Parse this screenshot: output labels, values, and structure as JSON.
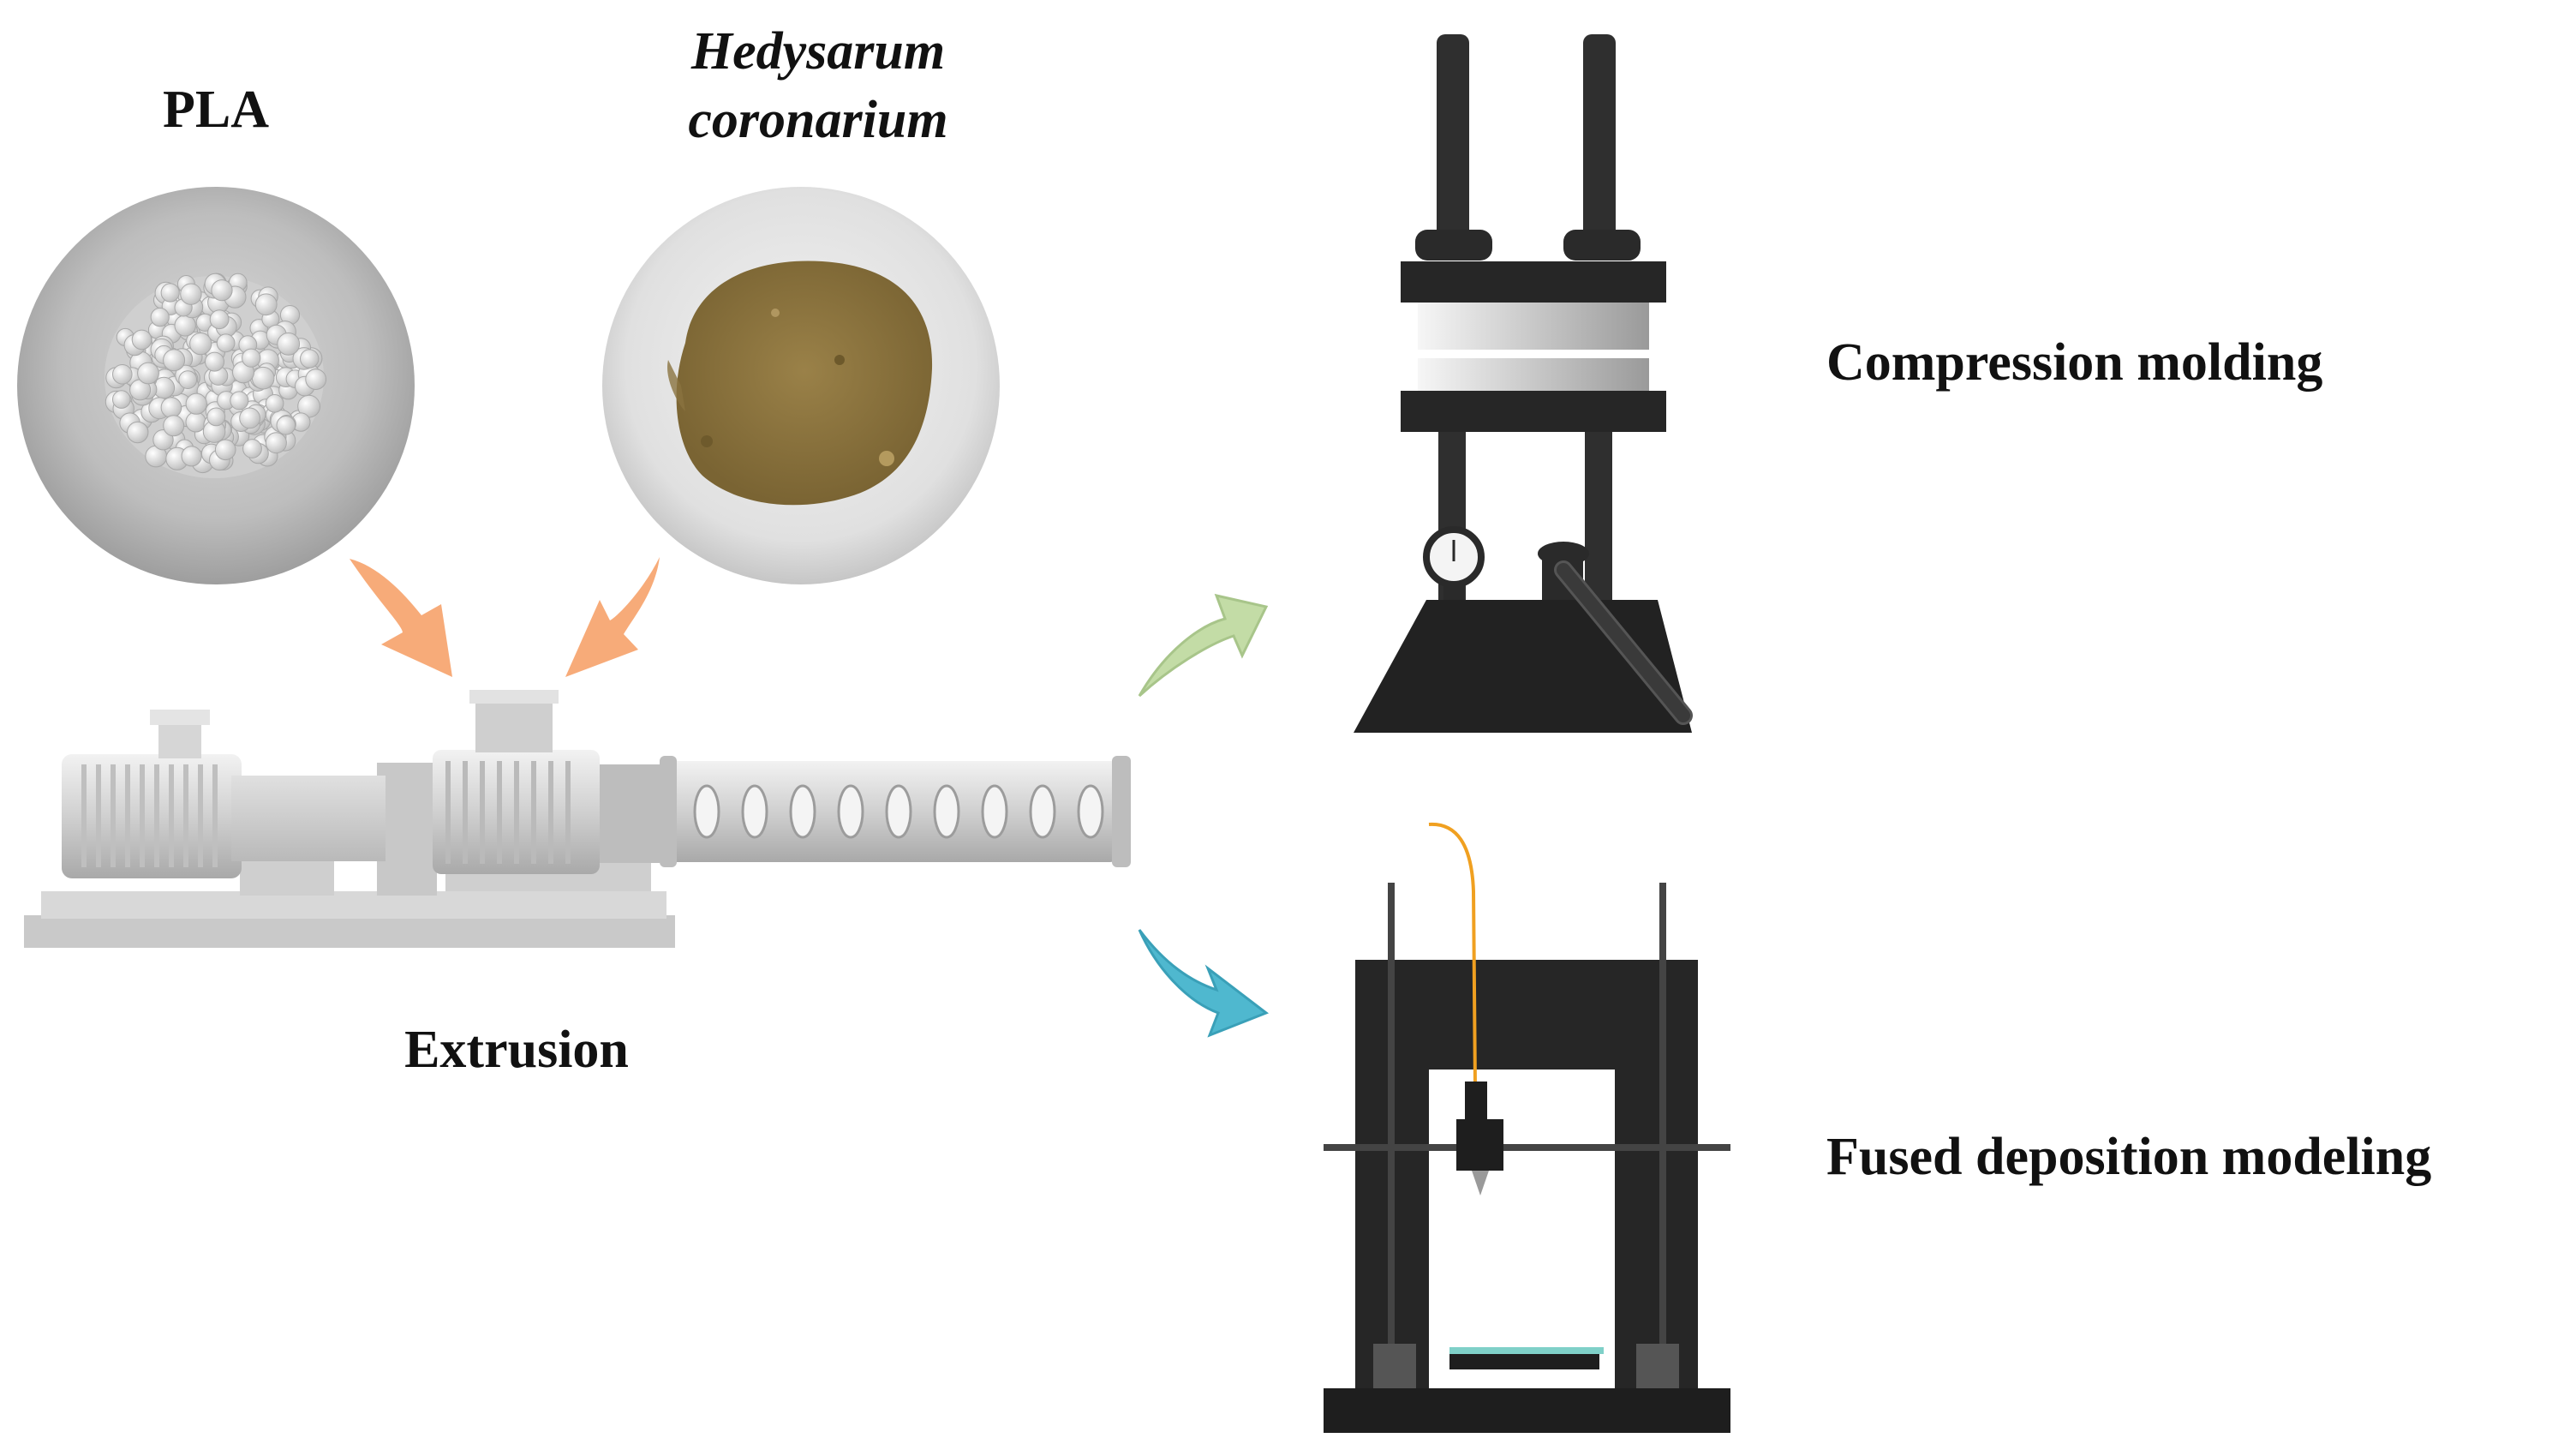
{
  "labels": {
    "pla": "PLA",
    "hedysarum_line1": "Hedysarum",
    "hedysarum_line2": "coronarium",
    "extrusion": "Extrusion",
    "compression": "Compression molding",
    "fdm": "Fused deposition modeling"
  },
  "colors": {
    "input_arrow": "#f6a46e",
    "compression_arrow": "#c3dca6",
    "fdm_arrow": "#4fb8cf",
    "machine_dark": "#2a2a2a",
    "filament": "#f0a020",
    "powder": "#8a7340",
    "pellets": "#e4e4e4"
  },
  "icons": {
    "pla_sample": "pla-pellets-photo",
    "hc_sample": "hedysarum-powder-photo",
    "extruder": "extruder-machine",
    "press": "compression-press",
    "printer": "3d-printer"
  }
}
